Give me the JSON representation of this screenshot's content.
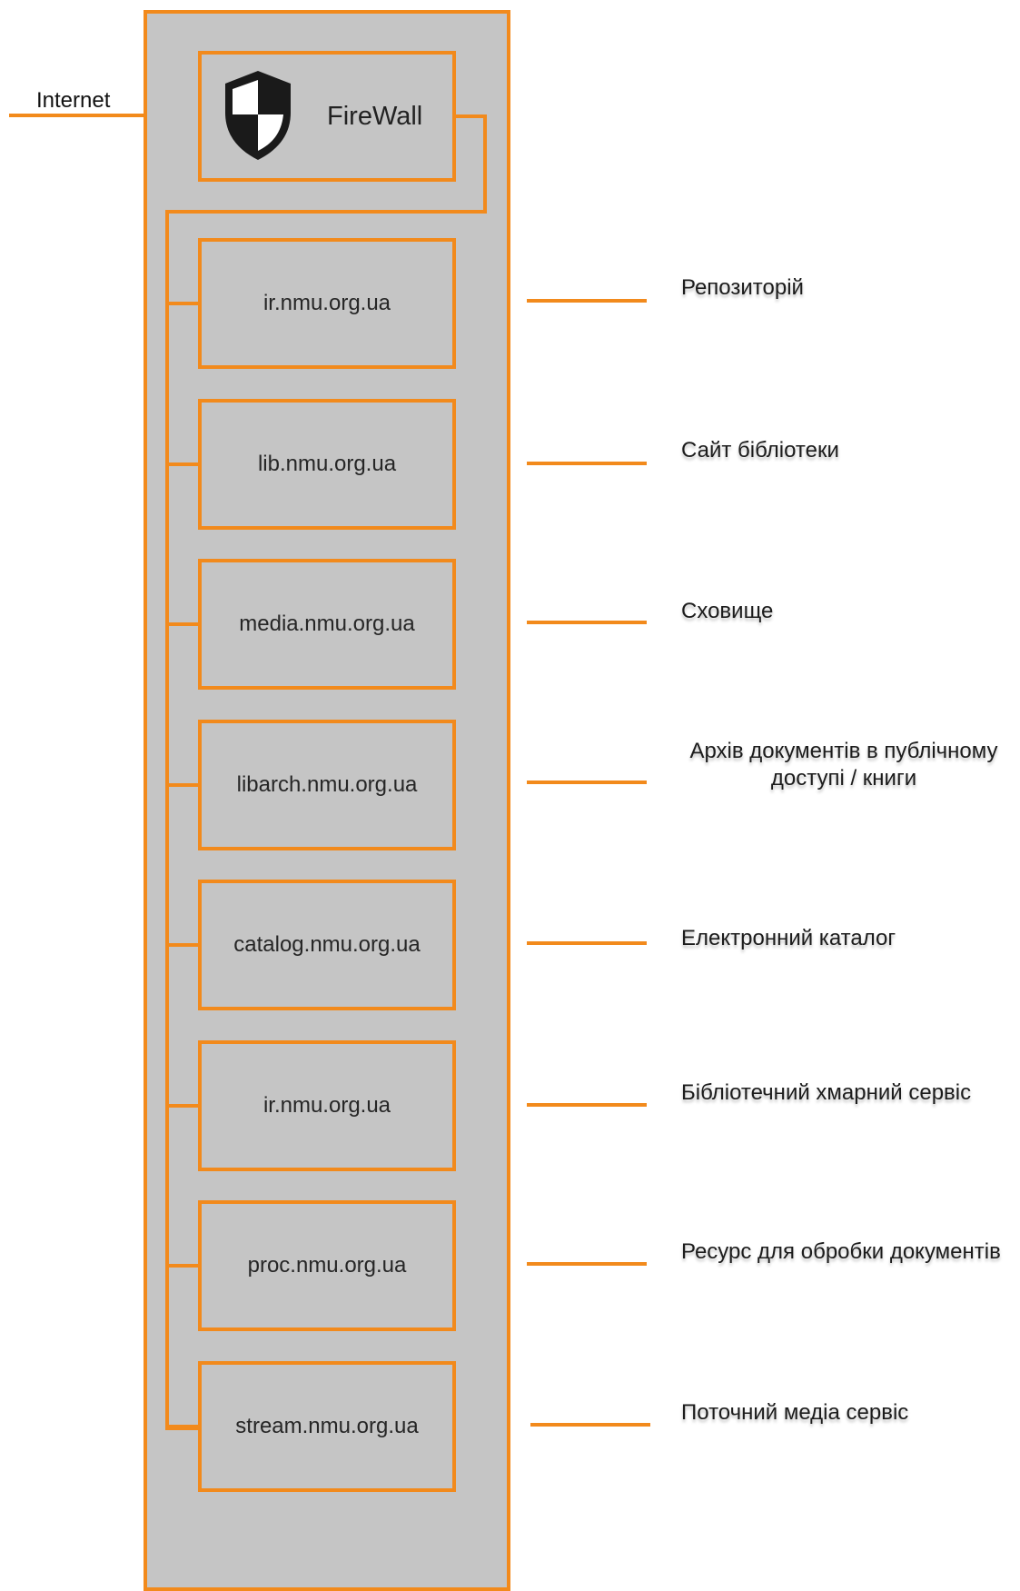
{
  "colors": {
    "accent": "#f28a1c",
    "panel": "#c5c5c5"
  },
  "internet": {
    "label": "Internet"
  },
  "firewall": {
    "label": "FireWall",
    "icon": "shield-icon"
  },
  "servers": [
    {
      "host": "ir.nmu.org.ua",
      "description": "Репозиторій"
    },
    {
      "host": "lib.nmu.org.ua",
      "description": "Сайт бібліотеки"
    },
    {
      "host": "media.nmu.org.ua",
      "description": "Сховище"
    },
    {
      "host": "libarch.nmu.org.ua",
      "description_lines": [
        "Архів документів в публічному",
        "доступі / книги"
      ]
    },
    {
      "host": "catalog.nmu.org.ua",
      "description": "Електронний каталог"
    },
    {
      "host": "ir.nmu.org.ua",
      "description": "Бібліотечний хмарний сервіс"
    },
    {
      "host": "proc.nmu.org.ua",
      "description": "Ресурс для обробки документів"
    },
    {
      "host": "stream.nmu.org.ua",
      "description": "Поточний медіа сервіс"
    }
  ]
}
